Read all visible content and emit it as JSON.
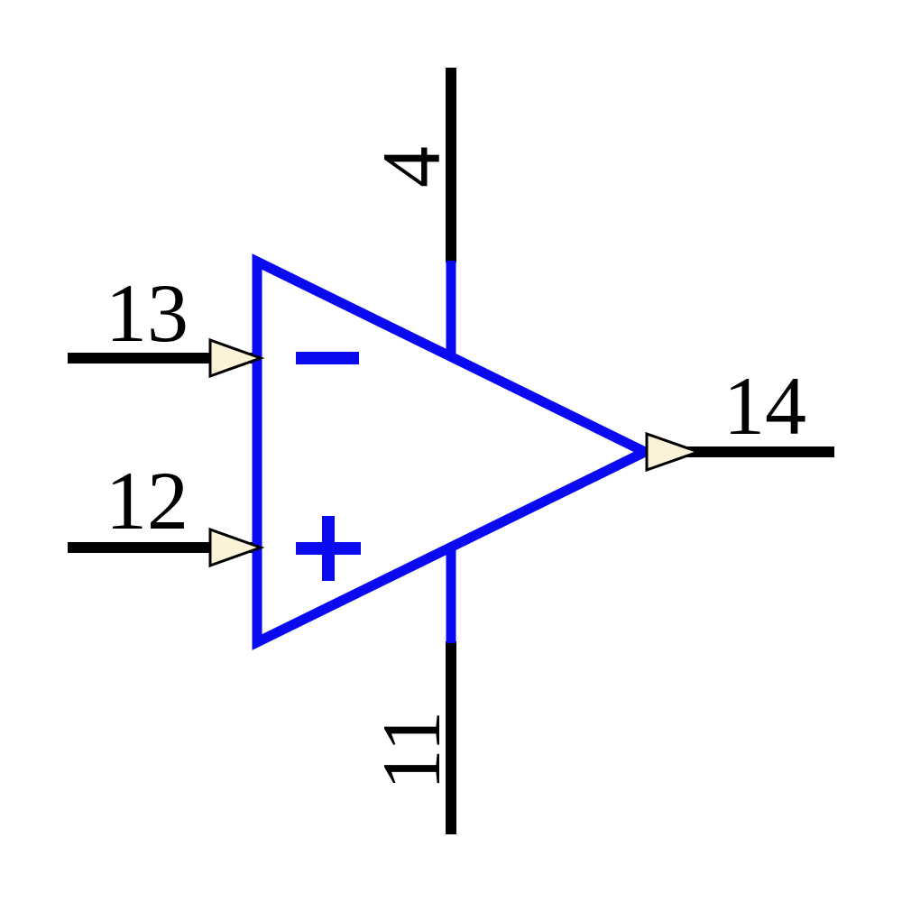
{
  "schematic": {
    "component": "op-amp-symbol",
    "marks": {
      "inverting_input": "-",
      "non_inverting_input": "+"
    },
    "pins": {
      "inverting_input": {
        "number": "13",
        "side": "left"
      },
      "non_inverting_input": {
        "number": "12",
        "side": "left"
      },
      "output": {
        "number": "14",
        "side": "right"
      },
      "positive_supply": {
        "number": "4",
        "side": "top"
      },
      "negative_supply": {
        "number": "11",
        "side": "bottom"
      }
    },
    "colors": {
      "symbol_outline": "#0A0AF0",
      "wire": "#000000",
      "pin_arrow_fill": "#FBF3D8",
      "label_text": "#000000",
      "background": "#FFFFFF"
    }
  }
}
